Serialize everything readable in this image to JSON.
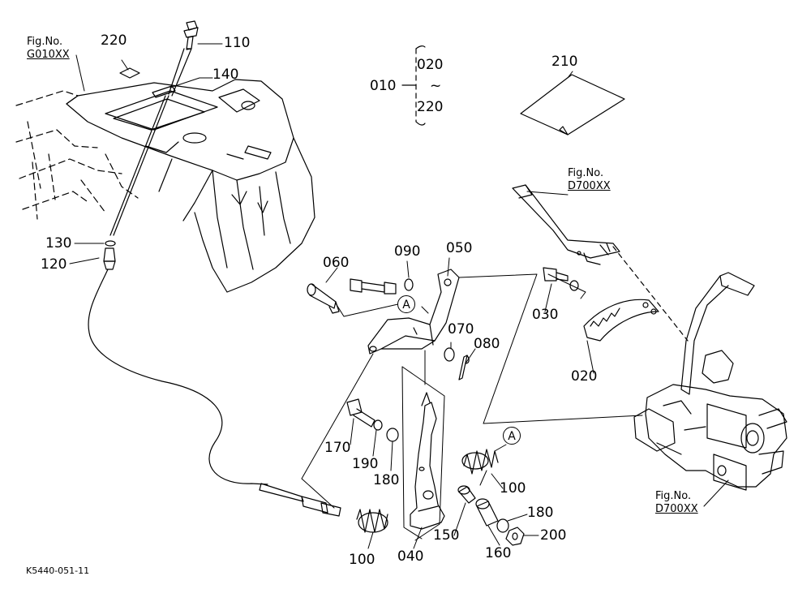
{
  "figure_refs": {
    "top_left": {
      "prefix": "Fig.No.",
      "code": "G010XX"
    },
    "mid_right": {
      "prefix": "Fig.No.",
      "code": "D700XX"
    },
    "bottom_right": {
      "prefix": "Fig.No.",
      "code": "D700XX"
    }
  },
  "assembly": {
    "main": "010",
    "range_start": "020",
    "range_sep": "~",
    "range_end": "220"
  },
  "callouts": {
    "p110": "110",
    "p140": "140",
    "p220": "220",
    "p130": "130",
    "p120": "120",
    "p210": "210",
    "p060": "060",
    "p090": "090",
    "p050": "050",
    "p070": "070",
    "p080": "080",
    "p030": "030",
    "p020": "020",
    "p170": "170",
    "p190": "190",
    "p180a": "180",
    "p100a": "100",
    "p100b": "100",
    "p040": "040",
    "p150": "150",
    "p160": "160",
    "p180b": "180",
    "p200": "200"
  },
  "ref_marks": {
    "a1": "A",
    "a2": "A"
  },
  "footer": {
    "code": "K5440-051-11"
  }
}
